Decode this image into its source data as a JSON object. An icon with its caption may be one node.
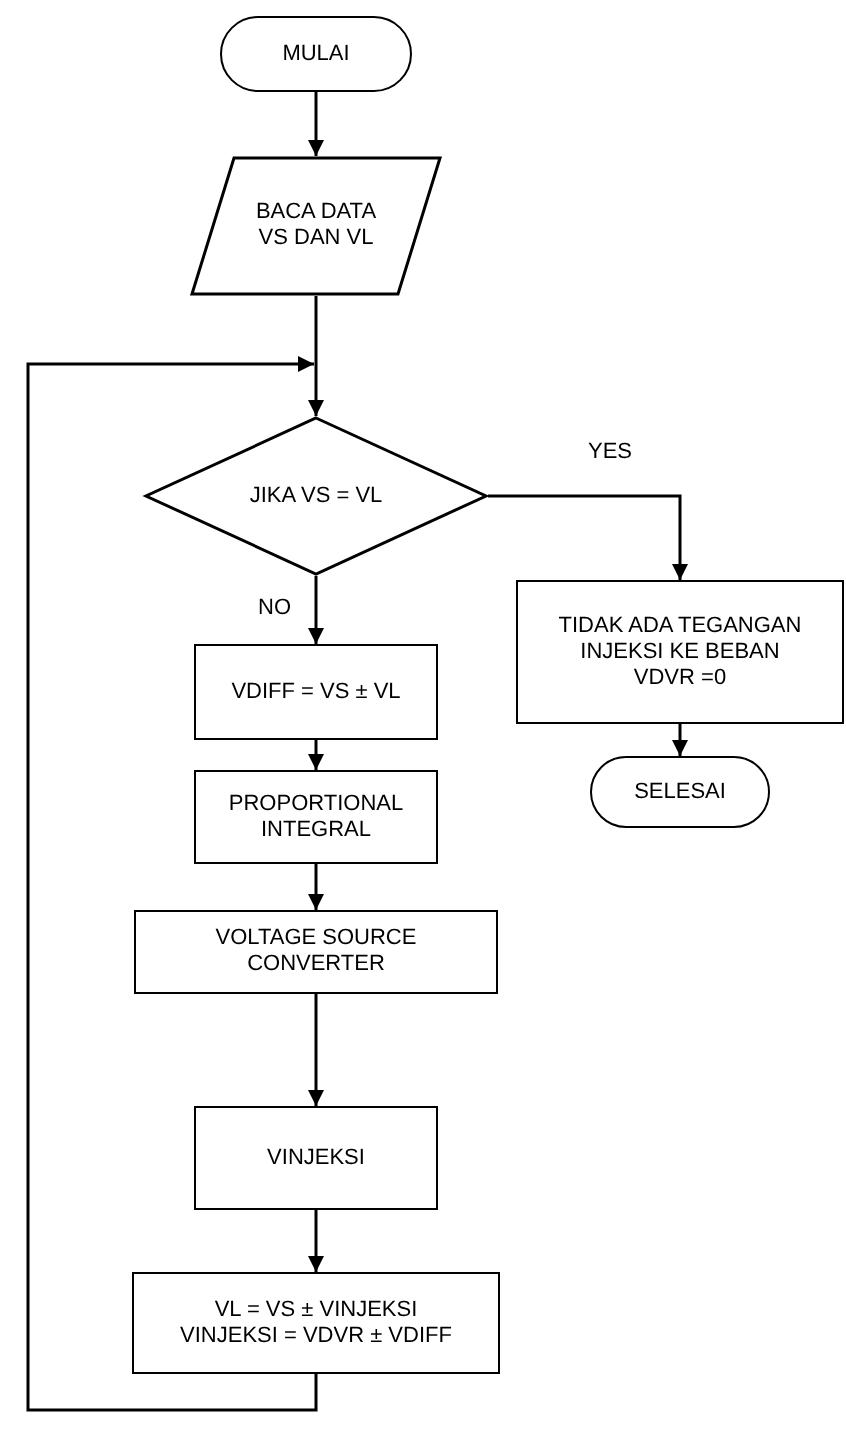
{
  "diagram": {
    "nodes": [
      {
        "text": [
          "MULAI"
        ]
      },
      {
        "text": [
          "BACA DATA VS DAN VL"
        ]
      },
      {
        "text": [
          "JIKA VS = VL"
        ]
      },
      {
        "text": [
          "TIDAK ADA TEGANGAN INJEKSI KE BEBAN VDVR =0"
        ]
      },
      {
        "text": [
          "SELESAI"
        ]
      },
      {
        "text": [
          "VDIFF = VS ± VL"
        ]
      },
      {
        "text": [
          "PROPORTIONAL INTEGRAL"
        ]
      },
      {
        "text": [
          "VOLTAGE SOURCE CONVERTER"
        ]
      },
      {
        "text": [
          "VINJEKSI"
        ]
      },
      {
        "text": [
          "VL = VS ± VINJEKSI VINJEKSI = VDVR ± VDIFF"
        ]
      }
    ],
    "edges": [
      {
        "from": 0,
        "to": 1,
        "arrow": "to"
      },
      {
        "from": 1,
        "to": 2,
        "arrow": "to"
      },
      {
        "from": 2,
        "to": 3,
        "arrow": "to",
        "label": "YES"
      },
      {
        "from": 3,
        "to": 4,
        "arrow": "to"
      },
      {
        "from": 2,
        "to": 5,
        "arrow": "to",
        "label": "NO"
      },
      {
        "from": 5,
        "to": 6,
        "arrow": "to"
      },
      {
        "from": 6,
        "to": 7,
        "arrow": "to"
      },
      {
        "from": 7,
        "to": 8,
        "arrow": "to"
      },
      {
        "from": 8,
        "to": 9,
        "arrow": "to"
      },
      {
        "from": 9,
        "to": 2,
        "arrow": "to"
      }
    ]
  }
}
